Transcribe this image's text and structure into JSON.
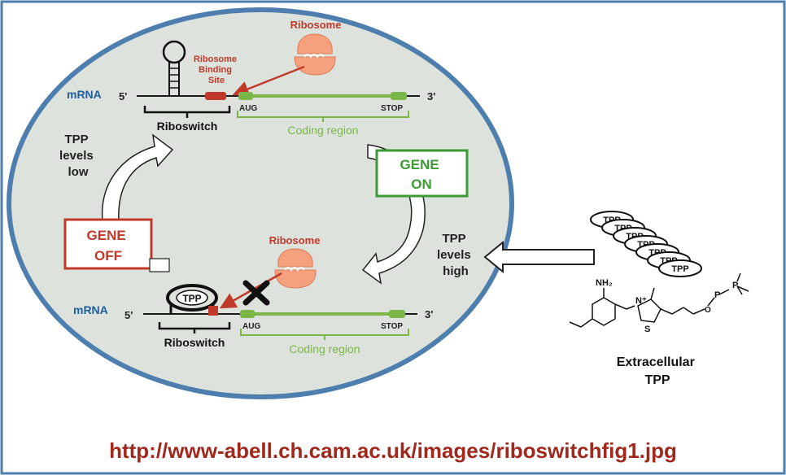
{
  "colors": {
    "cell_fill": "#dde3dc",
    "cell_stroke": "#4d7eae",
    "mrna_line": "#1a1a1a",
    "coding_green": "#7ab648",
    "gene_on": "#3c9a35",
    "gene_off": "#c0392b",
    "ribosome": "#f5a17e",
    "red_label": "#c0392b",
    "mrna_label": "#1f5fa0",
    "url_red": "#a0281c"
  },
  "top": {
    "mrna_label": "mRNA",
    "five_prime": "5'",
    "three_prime": "3'",
    "ribosome_label": "Ribosome",
    "rbs_label": [
      "Ribosome",
      "Binding",
      "Site"
    ],
    "aug": "AUG",
    "stop": "STOP",
    "riboswitch": "Riboswitch",
    "coding_region": "Coding region"
  },
  "bottom": {
    "mrna_label": "mRNA",
    "five_prime": "5'",
    "three_prime": "3'",
    "ribosome_label": "Ribosome",
    "tpp_bound": "TPP",
    "aug": "AUG",
    "stop": "STOP",
    "riboswitch": "Riboswitch",
    "coding_region": "Coding region"
  },
  "states": {
    "gene_on": [
      "GENE",
      "ON"
    ],
    "gene_off": [
      "GENE",
      "OFF"
    ],
    "tpp_low": [
      "TPP",
      "levels",
      "low"
    ],
    "tpp_high": [
      "TPP",
      "levels",
      "high"
    ]
  },
  "extracellular": {
    "tpp_stack": [
      "TPP",
      "TPP",
      "TPP",
      "TPP",
      "TPP",
      "TPP",
      "TPP"
    ],
    "molecule_labels": {
      "nh2": "NH₂",
      "n_plus": "N⁺",
      "s": "S",
      "p1": "P",
      "p2": "P",
      "o": "O"
    },
    "caption": [
      "Extracellular",
      "TPP"
    ]
  },
  "source_url": "http://www-abell.ch.cam.ac.uk/images/riboswitchfig1.jpg"
}
